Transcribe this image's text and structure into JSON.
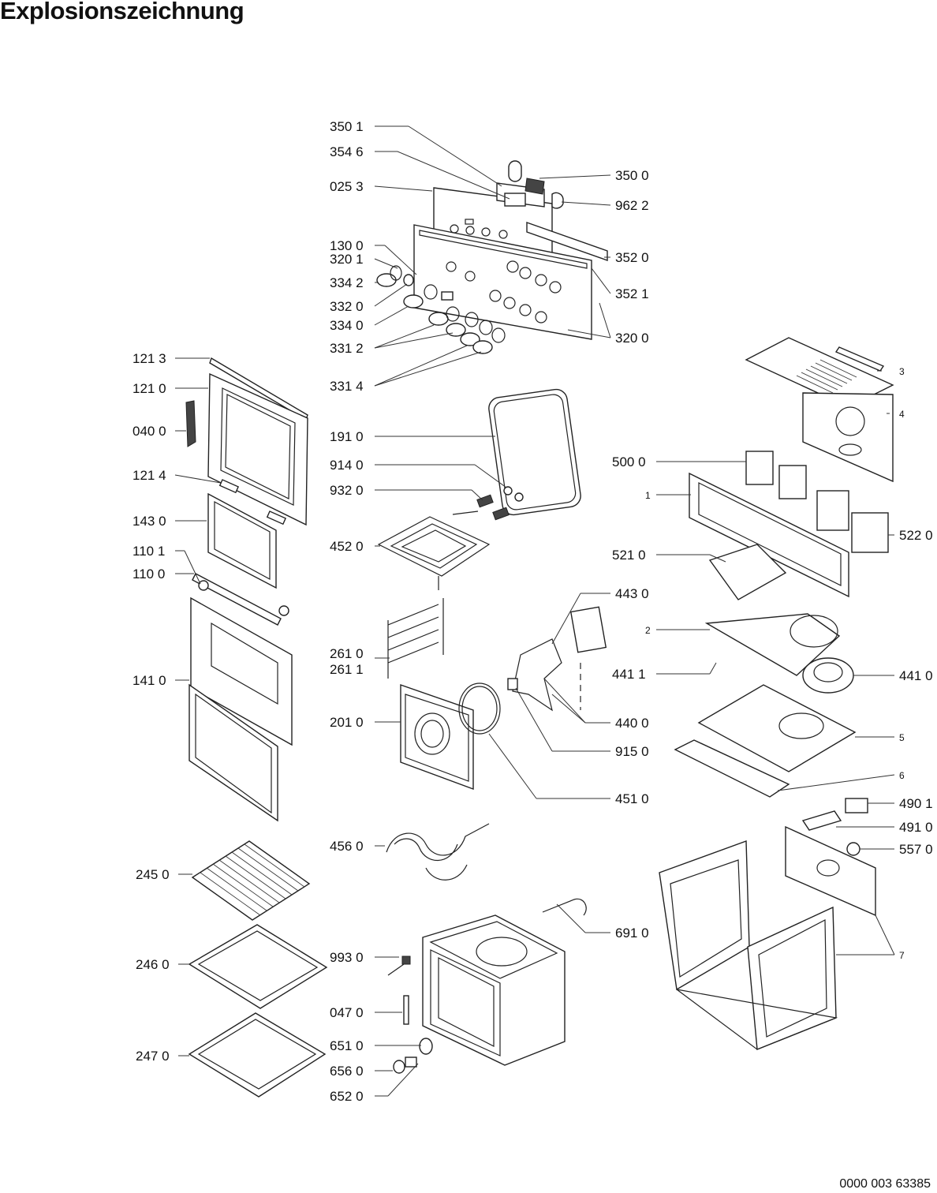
{
  "title": "Explosionszeichnung",
  "doc_number": "0000 003 63385",
  "labels": {
    "l3501": "350 1",
    "l3546": "354 6",
    "l0253": "025 3",
    "l1300": "130 0",
    "l3201": "320 1",
    "l3342": "334 2",
    "l3320": "332 0",
    "l3340": "334 0",
    "l3312": "331 2",
    "l3314": "331 4",
    "l3500": "350 0",
    "l9622": "962 2",
    "l3520": "352 0",
    "l3521": "352 1",
    "l3200": "320 0",
    "l1213": "121 3",
    "l1210": "121 0",
    "l0400": "040 0",
    "l1214": "121 4",
    "l1430": "143 0",
    "l1101": "110 1",
    "l1100": "110 0",
    "l1410": "141 0",
    "l2450": "245 0",
    "l2460": "246 0",
    "l2470": "247 0",
    "l1910": "191 0",
    "l9140": "914 0",
    "l9320": "932 0",
    "l4520": "452 0",
    "l2610": "261 0",
    "l2611": "261 1",
    "l2010": "201 0",
    "l4560": "456 0",
    "l9930": "993 0",
    "l0470": "047 0",
    "l6510": "651 0",
    "l6560": "656 0",
    "l6520": "652 0",
    "l4430": "443 0",
    "l4400": "440 0",
    "l9150": "915 0",
    "l4510": "451 0",
    "l6910": "691 0",
    "l3": "3",
    "l4": "4",
    "l5000": "500 0",
    "l1": "1",
    "l5220": "522 0",
    "l5210": "521 0",
    "l2": "2",
    "l4411": "441 1",
    "l4410": "441 0",
    "l5": "5",
    "l6": "6",
    "l4901": "490 1",
    "l4910": "491 0",
    "l5570": "557 0",
    "l7": "7"
  }
}
